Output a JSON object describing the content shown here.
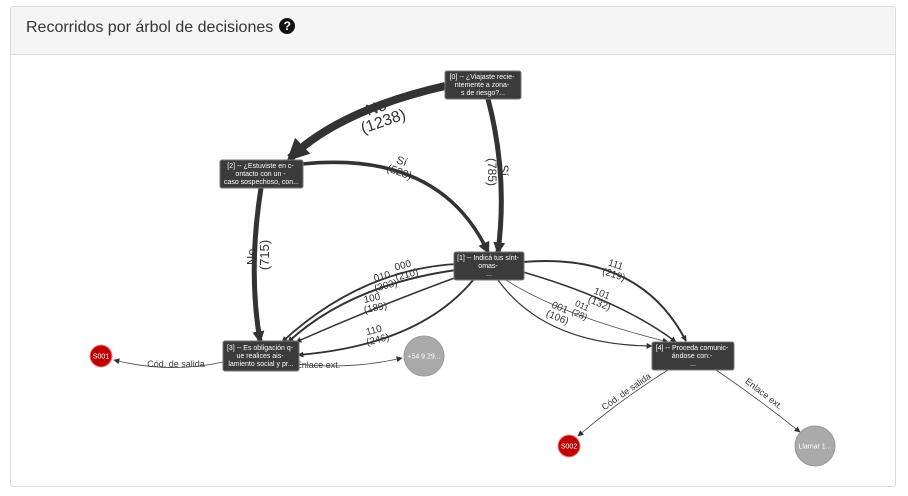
{
  "panel": {
    "title": "Recorridos por árbol de decisiones",
    "help_icon": "question-circle-icon"
  },
  "nodes": {
    "n0": [
      "[0] -- ¿Viajaste recie-",
      "ntemente a zona-",
      "s de riesgo?..."
    ],
    "n2": [
      "[2] -- ¿Estuviste en c-",
      "ontacto con un -",
      "caso sospechoso, con..."
    ],
    "n1": [
      "[1] -- Indicá tus sínt-",
      "omas-",
      "..."
    ],
    "n3": [
      "[3] -- Es obligación q-",
      "ue realices ais-",
      "lamiento social y pr..."
    ],
    "n4": [
      "[4] -- Proceda comunic-",
      "ándose con:-",
      "..."
    ]
  },
  "exits": {
    "s001": "S001",
    "s002": "S002",
    "phone": "+54 9 29...",
    "call": "Llamar 1..."
  },
  "edges": {
    "e0_2": [
      "No",
      "(1238)"
    ],
    "e0_1": [
      "Sí",
      "(785)"
    ],
    "e2_1": [
      "Sí",
      "(523)"
    ],
    "e2_3": [
      "No",
      "(715)"
    ],
    "e1_3_000": [
      "000",
      "(210)"
    ],
    "e1_3_010": [
      "010",
      "(303)"
    ],
    "e1_3_100": [
      "100",
      "(189)"
    ],
    "e1_3_110": [
      "110",
      "(246)"
    ],
    "e1_4_111": [
      "111",
      "(219)"
    ],
    "e1_4_101": [
      "101",
      "(132)"
    ],
    "e1_4_011": [
      "011",
      "(28)"
    ],
    "e1_4_001": [
      "001",
      "(106)"
    ],
    "e3_s001": "Cód. de salida",
    "e3_phone": "Enlace ext.",
    "e4_s002": "Cód. de salida",
    "e4_call": "Enlace ext."
  },
  "colors": {
    "node": "#3b3b3b",
    "exit_code": "#c00000",
    "exit_link": "#aaaaaa",
    "edge": "#333333"
  }
}
